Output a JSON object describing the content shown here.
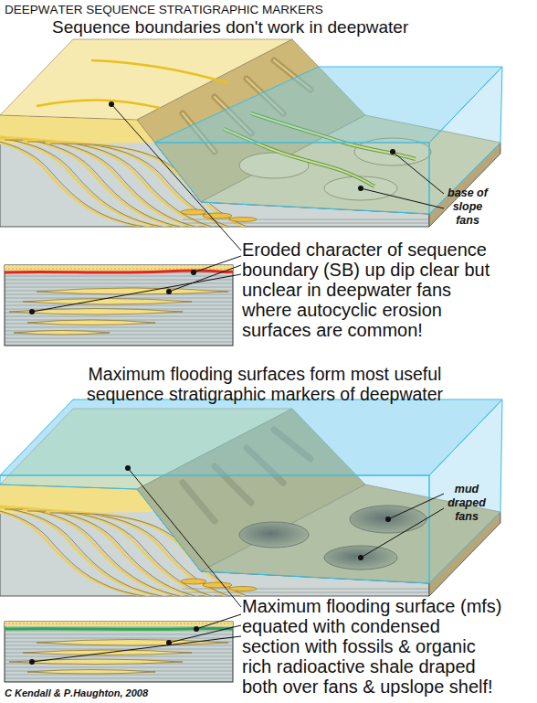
{
  "diagram": {
    "title": "DEEPWATER SEQUENCE STRATIGRAPHIC MARKERS",
    "caption": "C Kendall & P.Haughton, 2008",
    "labels": [
      "Sequence boundaries don't work in deepwater",
      "base of slope fans",
      "Eroded character of sequence boundary (SB) up dip clear but unclear in deepwater fans where autocyclic erosion surfaces are common!",
      "Maximum flooding surfaces form most useful sequence stratigraphic markers of deepwater",
      "mud draped fans",
      "Maximum flooding surface (mfs) equated with condensed section with fossils & organic rich radioactive shale draped both over fans & upslope shelf!"
    ]
  }
}
